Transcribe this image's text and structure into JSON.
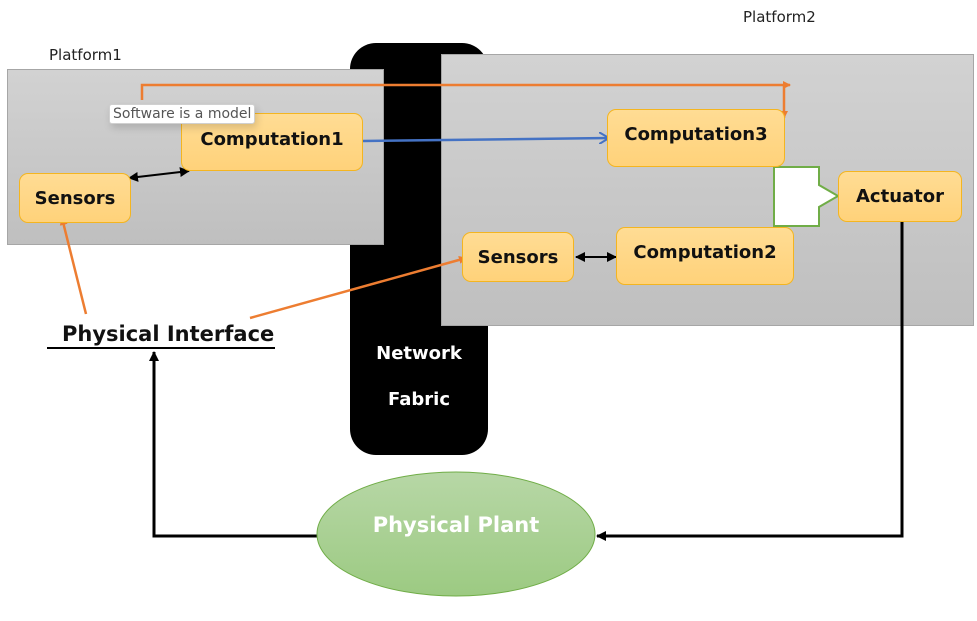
{
  "platforms": [
    {
      "label": "Platform1"
    },
    {
      "label": "Platform2"
    }
  ],
  "network": {
    "line1": "Network",
    "line2": "Fabric"
  },
  "nodes": {
    "sensors1": "Sensors",
    "computation1": "Computation1",
    "computation3": "Computation3",
    "actuator": "Actuator",
    "sensors2": "Sensors",
    "computation2": "Computation2"
  },
  "tooltip": "Software is a model",
  "physical_interface": "Physical Interface",
  "physical_plant": "Physical Plant",
  "colors": {
    "node_fill": "#ffd88a",
    "node_border": "#f4b520",
    "platform_fill": "#c8c8c8",
    "orange_arrow": "#ed7d31",
    "blue_arrow": "#4472c4",
    "green_outline": "#70ad47",
    "plant_fill": "#a9d18e"
  },
  "connections": [
    {
      "from": "computation1",
      "to": "computation3",
      "color": "blue"
    },
    {
      "from": "sensors1",
      "to": "computation1",
      "type": "bidirectional"
    },
    {
      "from": "sensors2",
      "to": "computation2",
      "type": "bidirectional"
    },
    {
      "from": "computation3",
      "to": "actuator",
      "type": "block-arrow"
    },
    {
      "from": "actuator",
      "to": "physical_plant"
    },
    {
      "from": "physical_plant",
      "to": "physical_interface"
    },
    {
      "from": "physical_interface",
      "to": "sensors1",
      "color": "orange"
    },
    {
      "from": "physical_interface",
      "to": "sensors2",
      "color": "orange"
    },
    {
      "from": "tooltip",
      "to": "computation3",
      "color": "orange"
    }
  ]
}
